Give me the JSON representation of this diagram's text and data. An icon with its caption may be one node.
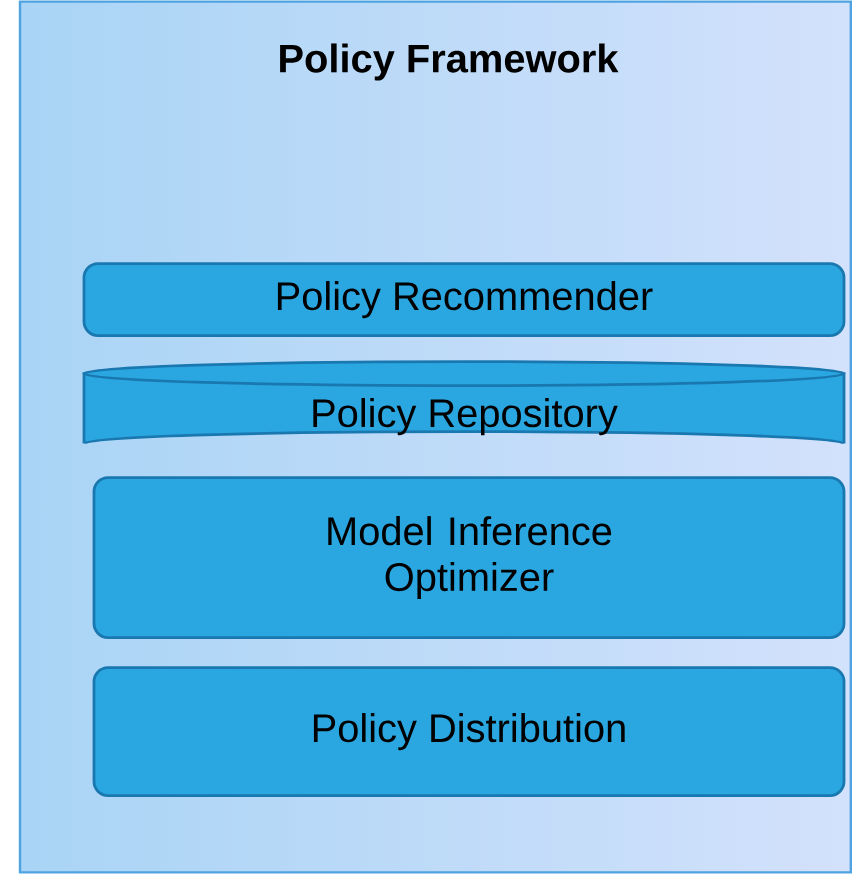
{
  "diagram": {
    "nodes": [
      {
        "text": [
          "Policy Framework"
        ]
      },
      {
        "text": [
          "Policy Recommender"
        ],
        "in": 0
      },
      {
        "text": [
          "Policy Repository"
        ],
        "in": 0
      },
      {
        "text": [
          "Model Inference Optimizer"
        ],
        "in": 0
      },
      {
        "text": [
          "Policy Distribution"
        ],
        "in": 0
      }
    ]
  }
}
